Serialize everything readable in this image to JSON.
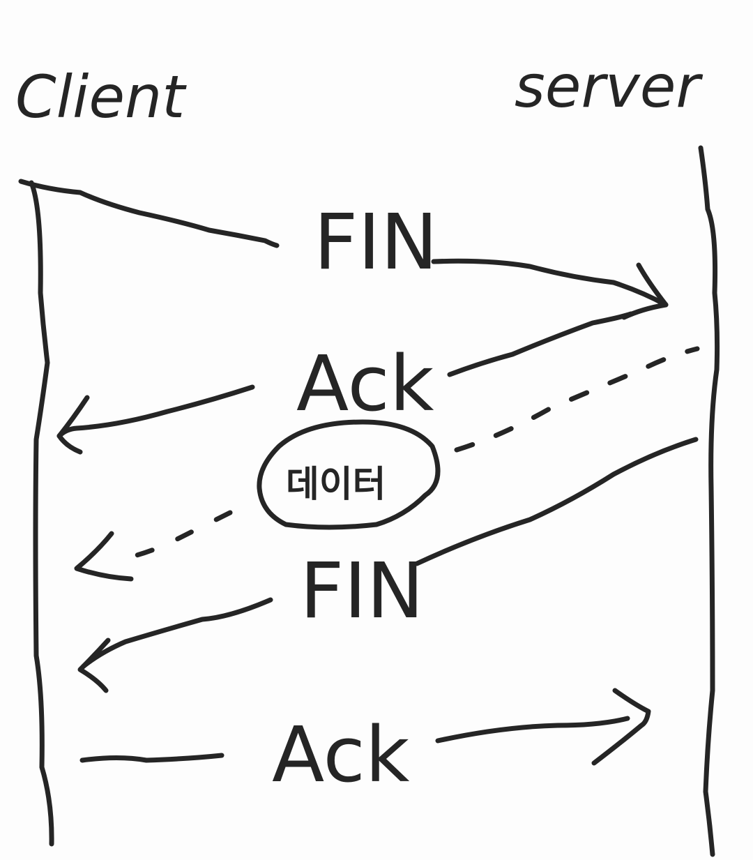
{
  "actors": {
    "client": "Client",
    "server": "server"
  },
  "messages": [
    {
      "label": "FIN",
      "direction": "client-to-server",
      "style": "solid"
    },
    {
      "label": "Ack",
      "direction": "server-to-client",
      "style": "solid"
    },
    {
      "label": "데이터",
      "direction": "server-to-client",
      "style": "dashed",
      "circled": true
    },
    {
      "label": "FIN",
      "direction": "server-to-client",
      "style": "solid"
    },
    {
      "label": "Ack",
      "direction": "client-to-server",
      "style": "solid"
    }
  ],
  "colors": {
    "ink": "#252525",
    "paper": "#fdfdfd"
  }
}
